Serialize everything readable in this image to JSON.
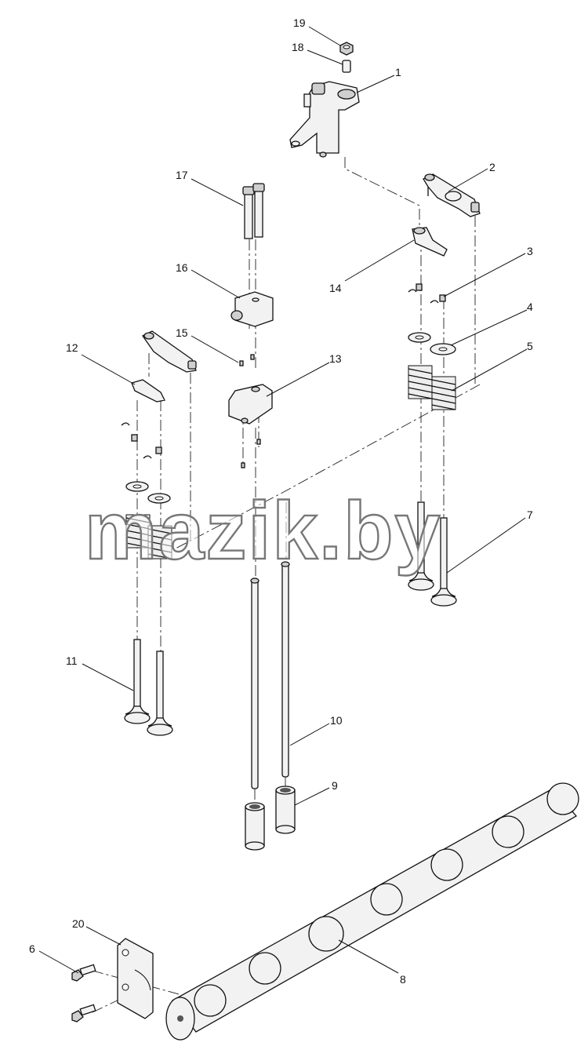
{
  "watermark": "mazik.by",
  "callouts": [
    {
      "id": "c1",
      "label": "1"
    },
    {
      "id": "c2",
      "label": "2"
    },
    {
      "id": "c3",
      "label": "3"
    },
    {
      "id": "c4",
      "label": "4"
    },
    {
      "id": "c5",
      "label": "5"
    },
    {
      "id": "c6",
      "label": "6"
    },
    {
      "id": "c7",
      "label": "7"
    },
    {
      "id": "c8",
      "label": "8"
    },
    {
      "id": "c9",
      "label": "9"
    },
    {
      "id": "c10",
      "label": "10"
    },
    {
      "id": "c11",
      "label": "11"
    },
    {
      "id": "c12",
      "label": "12"
    },
    {
      "id": "c13",
      "label": "13"
    },
    {
      "id": "c14",
      "label": "14"
    },
    {
      "id": "c15",
      "label": "15"
    },
    {
      "id": "c16",
      "label": "16"
    },
    {
      "id": "c17",
      "label": "17"
    },
    {
      "id": "c18",
      "label": "18"
    },
    {
      "id": "c19",
      "label": "19"
    },
    {
      "id": "c20",
      "label": "20"
    }
  ]
}
